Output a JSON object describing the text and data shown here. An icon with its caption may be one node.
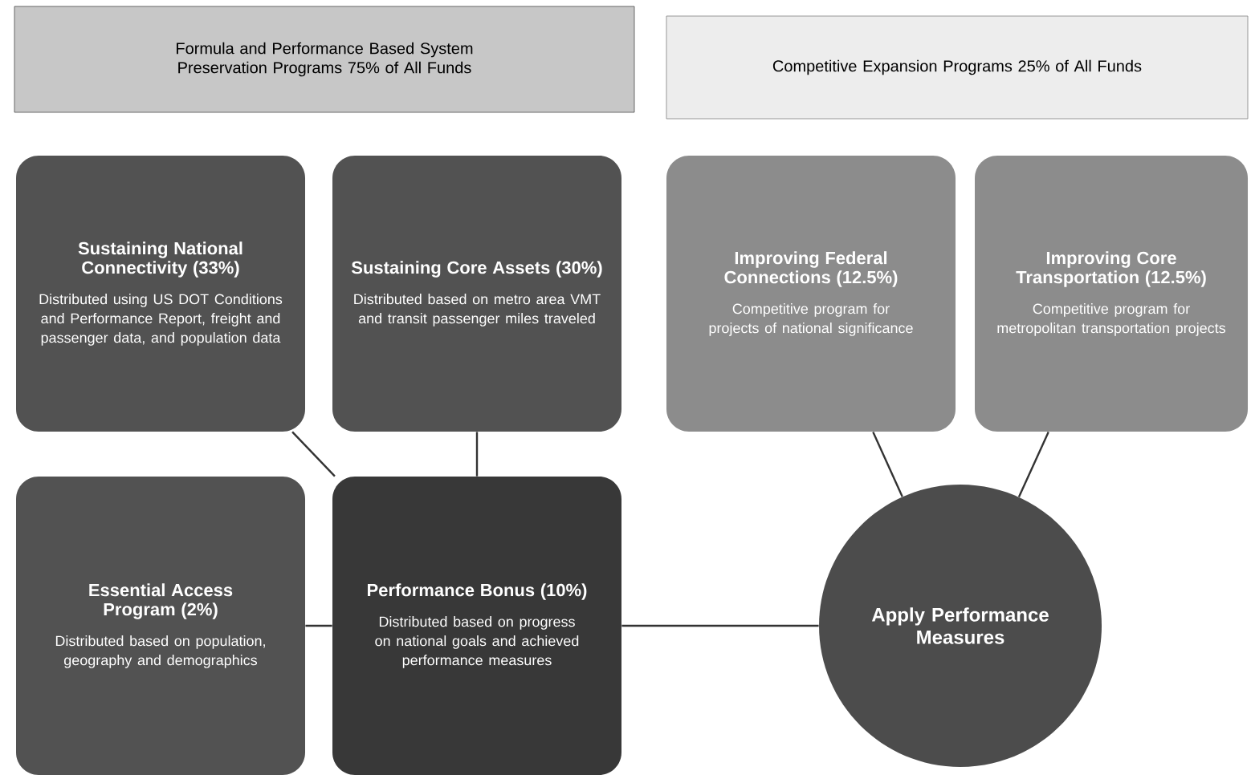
{
  "diagram": {
    "nodes": [
      {
        "text": [
          "Formula and Performance Based System Preservation Programs 75% of All Funds"
        ]
      },
      {
        "text": [
          "Competitive Expansion Programs 25% of All Funds"
        ]
      },
      {
        "text": [
          "Sustaining National Connectivity (33%)",
          "Distributed using US DOT Conditions and Performance Report, freight and passenger data, and population data"
        ]
      },
      {
        "text": [
          "Sustaining Core Assets (30%)",
          "Distributed based on metro area VMT and transit passenger miles traveled"
        ]
      },
      {
        "text": [
          "Improving Federal Connections (12.5%)",
          "Competitive program for projects of national significance"
        ]
      },
      {
        "text": [
          "Improving Core Transportation (12.5%)",
          "Competitive program for metropolitan transportation projects"
        ]
      },
      {
        "text": [
          "Essential Access Program (2%)",
          "Distributed based on population, geography and demographics"
        ]
      },
      {
        "text": [
          "Performance Bonus (10%)",
          "Distributed based on progress on national goals and achieved performance measures"
        ]
      },
      {
        "text": [
          "Apply Performance Measures"
        ]
      }
    ],
    "edges": [
      {
        "from": 2,
        "to": 7,
        "arrow": "none"
      },
      {
        "from": 3,
        "to": 7,
        "arrow": "none"
      },
      {
        "from": 6,
        "to": 7,
        "arrow": "none"
      },
      {
        "from": 7,
        "to": 8,
        "arrow": "none"
      },
      {
        "from": 4,
        "to": 8,
        "arrow": "none"
      },
      {
        "from": 5,
        "to": 8,
        "arrow": "none"
      }
    ]
  }
}
